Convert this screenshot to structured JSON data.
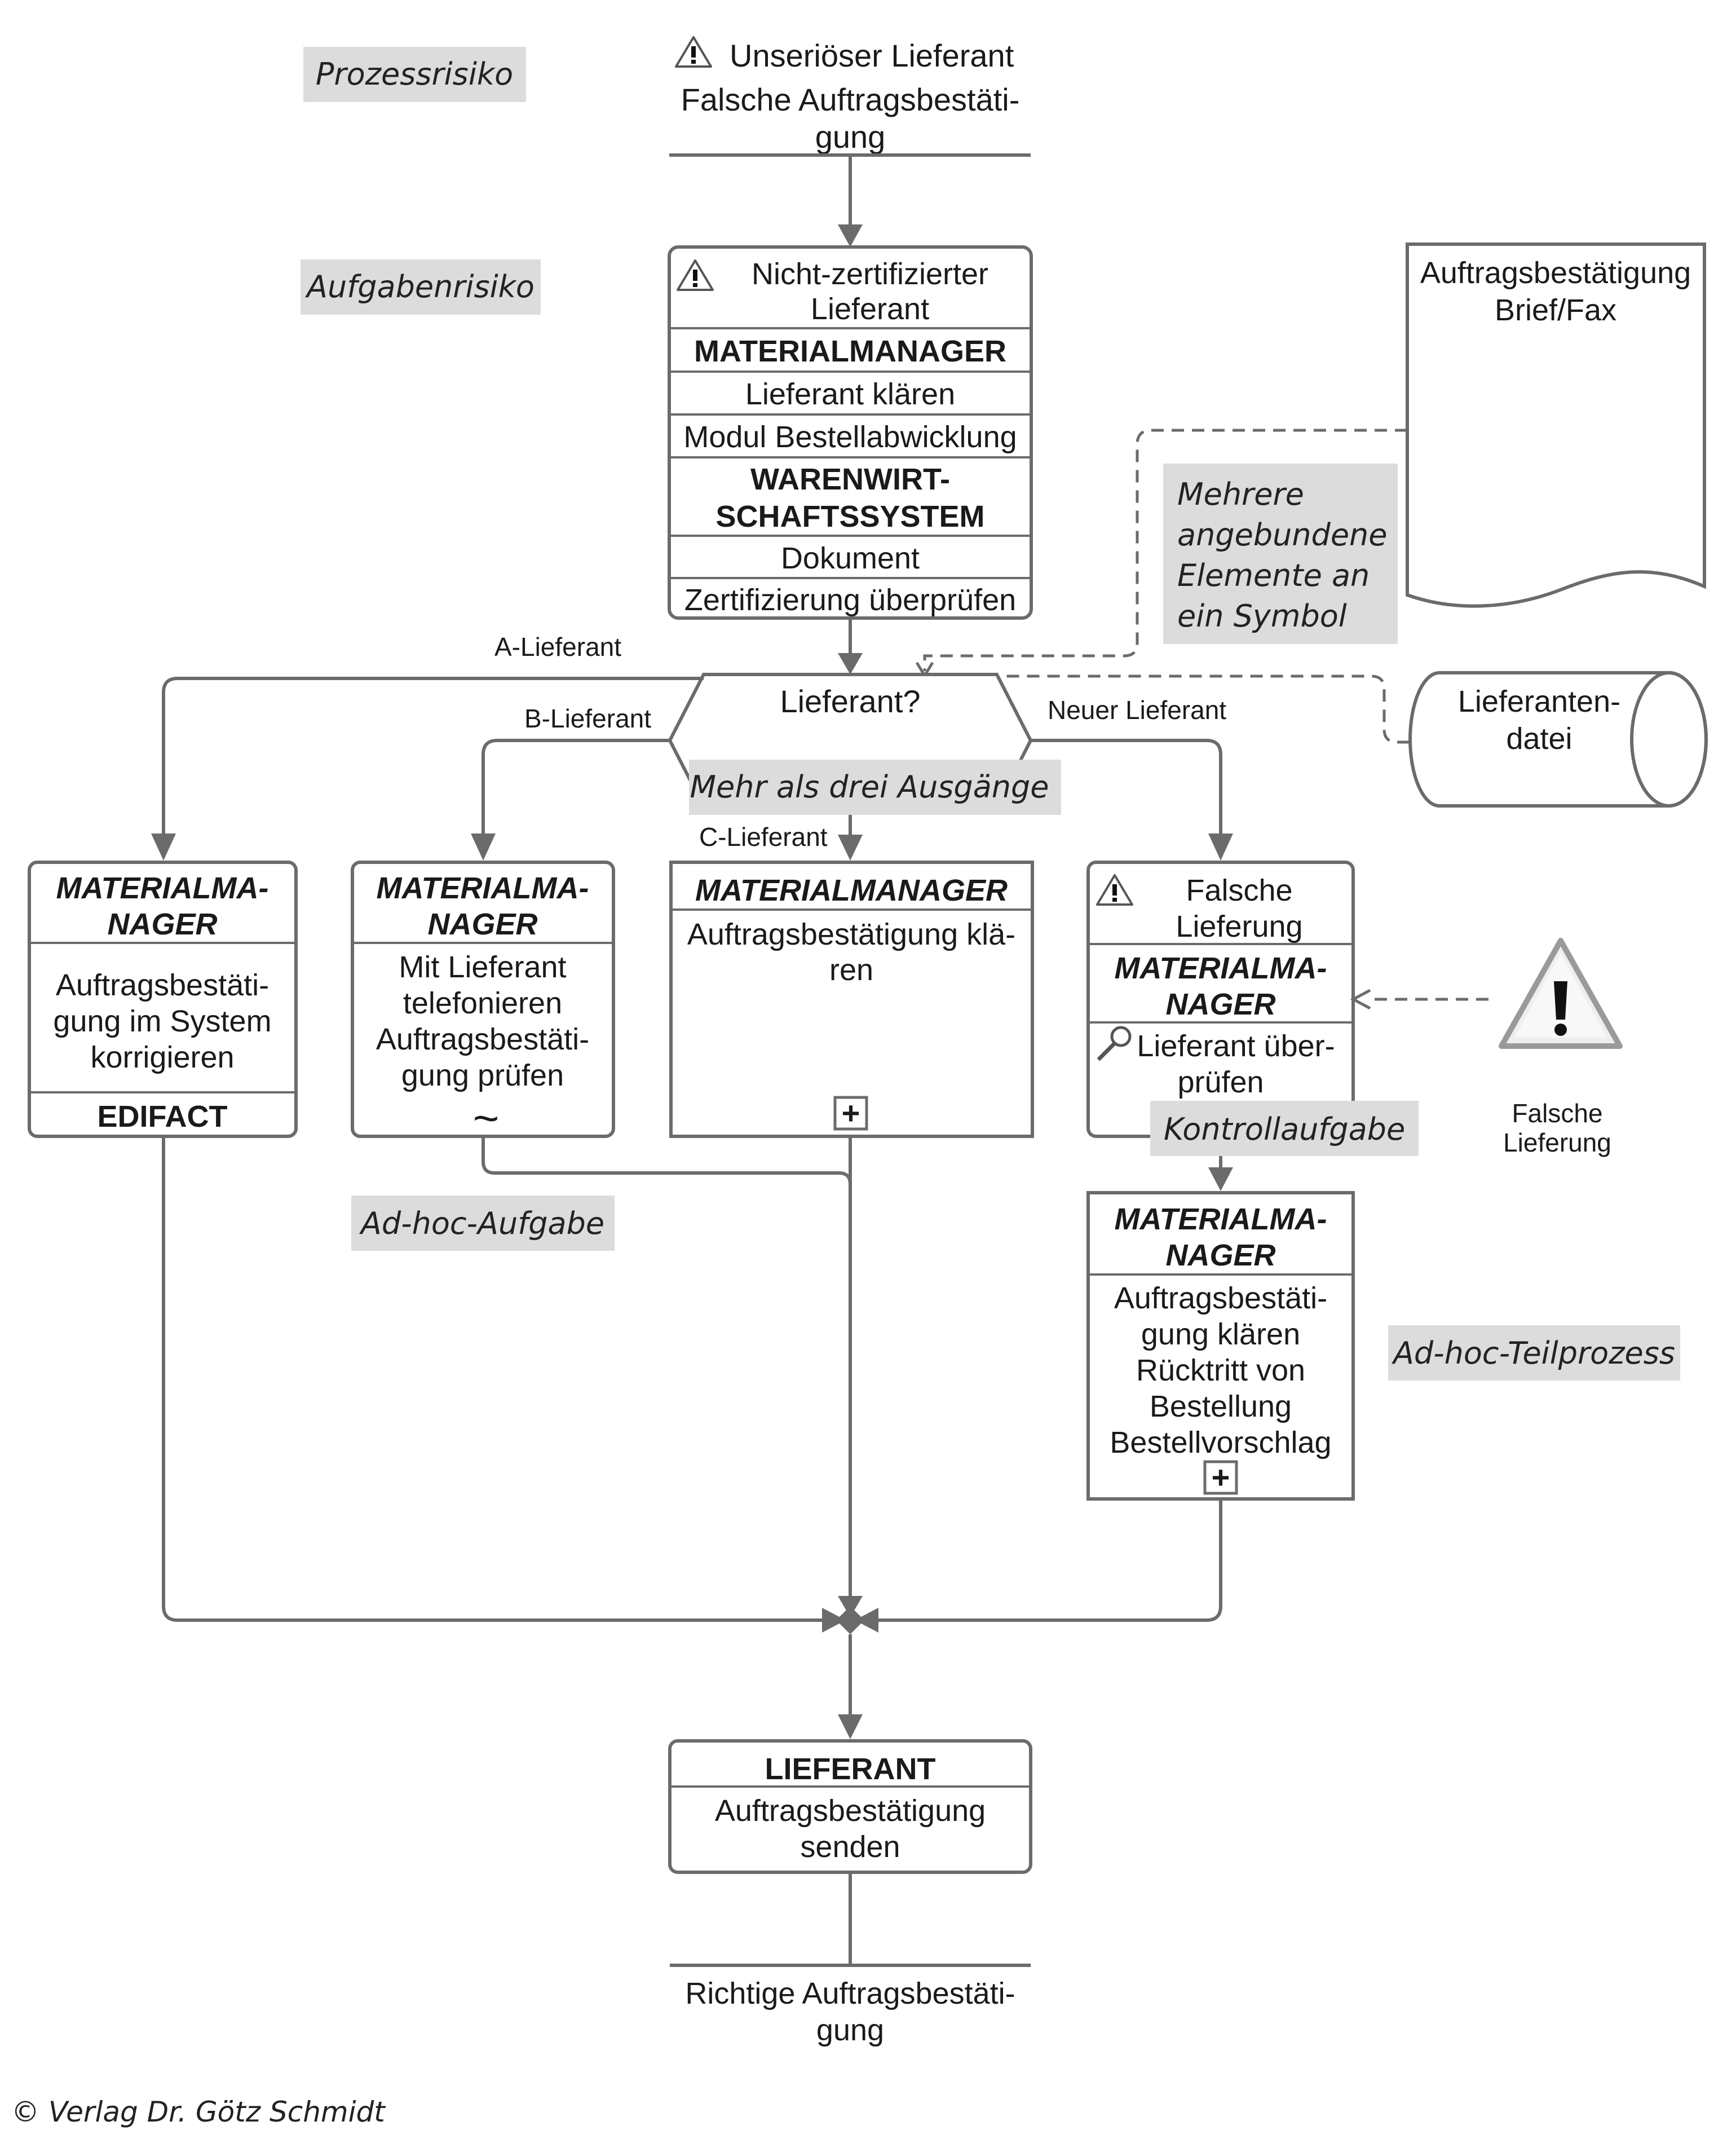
{
  "notes": {
    "prozessrisiko": "Prozessrisiko",
    "aufgabenrisiko": "Aufgabenrisiko",
    "mehrere_1": "Mehrere",
    "mehrere_2": "angebundene",
    "mehrere_3": "Elemente an",
    "mehrere_4": "ein Symbol",
    "ausgaenge": "Mehr als drei Ausgänge",
    "adhoc_aufgabe": "Ad-hoc-Aufgabe",
    "kontrollaufgabe": "Kontrollaufgabe",
    "adhoc_teilprozess": "Ad-hoc-Teilprozess"
  },
  "start_event": {
    "line1": "Unseriöser Lieferant",
    "line2": "Falsche Auftragsbestäti-",
    "line3": "gung"
  },
  "task_main": {
    "risk_1": "Nicht-zertifizierter",
    "risk_2": "Lieferant",
    "role": "MATERIALMANAGER",
    "task": "Lieferant klären",
    "module": "Modul Bestellabwicklung",
    "system_1": "WARENWIRT-",
    "system_2": "SCHAFTSSYSTEM",
    "doc": "Dokument",
    "check": "Zertifizierung überprüfen"
  },
  "document": {
    "line1": "Auftragsbestätigung",
    "line2": "Brief/Fax"
  },
  "datastore": {
    "line1": "Lieferanten-",
    "line2": "datei"
  },
  "gateway": {
    "label": "Lieferant?"
  },
  "branches": {
    "a": "A-Lieferant",
    "b": "B-Lieferant",
    "c": "C-Lieferant",
    "neu": "Neuer Lieferant"
  },
  "task_a": {
    "role_1": "MATERIALMA-",
    "role_2": "NAGER",
    "t1": "Auftragsbestäti-",
    "t2": "gung im System",
    "t3": "korrigieren",
    "system": "EDIFACT"
  },
  "task_b": {
    "role_1": "MATERIALMA-",
    "role_2": "NAGER",
    "t1": "Mit Lieferant",
    "t2": "telefonieren",
    "t3": "Auftragsbestäti-",
    "t4": "gung prüfen",
    "adhoc_marker": "~"
  },
  "task_c": {
    "role": "MATERIALMANAGER",
    "t1": "Auftragsbestätigung klä-",
    "t2": "ren",
    "sub_marker": "+"
  },
  "task_neu": {
    "risk_1": "Falsche",
    "risk_2": "Lieferung",
    "role_1": "MATERIALMA-",
    "role_2": "NAGER",
    "t1": "Lieferant über-",
    "t2": "prüfen"
  },
  "risk_symbol": {
    "line1": "Falsche",
    "line2": "Lieferung"
  },
  "task_sub": {
    "role_1": "MATERIALMA-",
    "role_2": "NAGER",
    "t1": "Auftragsbestäti-",
    "t2": "gung klären",
    "t3": "Rücktritt von",
    "t4": "Bestellung",
    "t5": "Bestellvorschlag",
    "sub_marker": "+"
  },
  "task_final": {
    "role": "LIEFERANT",
    "t1": "Auftragsbestätigung",
    "t2": "senden"
  },
  "end_event": {
    "line1": "Richtige Auftragsbestäti-",
    "line2": "gung"
  },
  "copyright": "© Verlag Dr. Götz Schmidt"
}
